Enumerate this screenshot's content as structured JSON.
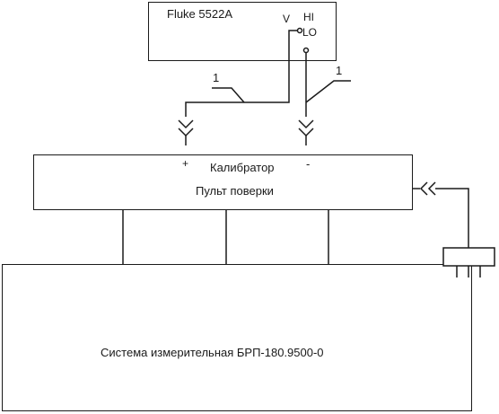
{
  "instrument": {
    "name": "Fluke 5522A",
    "terminal_v": "V",
    "terminal_hi": "HI",
    "terminal_lo": "LO"
  },
  "cables": {
    "left_marker": "1",
    "right_marker": "1"
  },
  "console": {
    "title": "Калибратор",
    "subtitle": "Пульт поверки",
    "plus": "+",
    "minus": "-"
  },
  "system": {
    "title": "Система измерительная БРП-180.9500-0"
  },
  "colors": {
    "line": "#1a1a1a",
    "background": "#ffffff"
  }
}
